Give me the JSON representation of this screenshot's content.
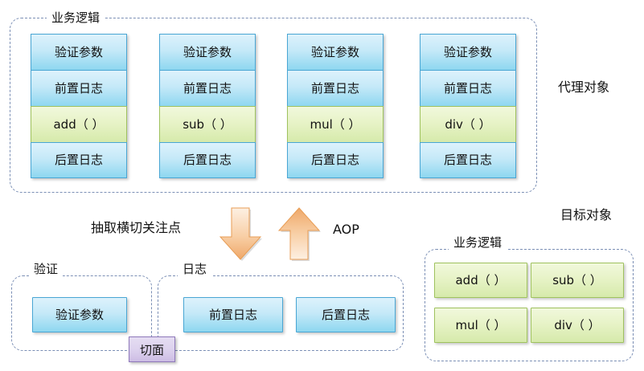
{
  "diagram": {
    "title_proxy": "代理对象",
    "title_target": "目标对象",
    "proxy_group_label": "业务逻辑",
    "target_group_label": "业务逻辑",
    "validation_group_label": "验证",
    "logging_group_label": "日志",
    "extract_label": "抽取横切关注点",
    "aop_label": "AOP",
    "aspect_badge": "切面",
    "proxy_columns": [
      {
        "method": "add（ ）",
        "rows": [
          "验证参数",
          "前置日志",
          "add（ ）",
          "后置日志"
        ]
      },
      {
        "method": "sub（ ）",
        "rows": [
          "验证参数",
          "前置日志",
          "sub（ ）",
          "后置日志"
        ]
      },
      {
        "method": "mul（ ）",
        "rows": [
          "验证参数",
          "前置日志",
          "mul（ ）",
          "后置日志"
        ]
      },
      {
        "method": "div（ ）",
        "rows": [
          "验证参数",
          "前置日志",
          "div（ ）",
          "后置日志"
        ]
      }
    ],
    "validation_items": [
      "验证参数"
    ],
    "logging_items": [
      "前置日志",
      "后置日志"
    ],
    "target_methods": [
      "add（ ）",
      "sub（ ）",
      "mul（ ）",
      "div（ ）"
    ],
    "colors": {
      "blue_fill_top": "#ddf2fc",
      "blue_fill_bottom": "#8ed7f0",
      "blue_border": "#49a6d4",
      "green_fill_top": "#f1f8dc",
      "green_fill_bottom": "#d6eaab",
      "green_border": "#9fc25e",
      "dashed_border": "#7b8fb5",
      "arrow_fill_light": "#fdeee0",
      "arrow_fill_dark": "#f0ac6b",
      "arrow_border": "#e08a3c",
      "badge_fill": "#ddd2ee",
      "badge_border": "#8f79bb"
    }
  }
}
